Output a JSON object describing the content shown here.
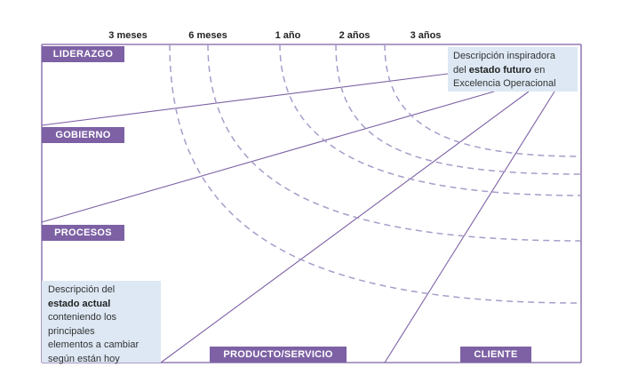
{
  "time_horizons": [
    "3 meses",
    "6 meses",
    "1 año",
    "2 años",
    "3 años"
  ],
  "dimensions": {
    "liderazgo": "LIDERAZGO",
    "gobierno": "GOBIERNO",
    "procesos": "PROCESOS",
    "producto_servicio": "PRODUCTO/SERVICIO",
    "cliente": "CLIENTE"
  },
  "future_state": {
    "line1": "Descripción inspiradora",
    "line2_pre": "del",
    "line2_bold": "estado futuro",
    "line2_post": "en",
    "line3": "Excelencia Operacional"
  },
  "current_state": {
    "line1": "Descripción del",
    "line2_bold": "estado actual",
    "line3": "conteniendo los",
    "line4": "principales",
    "line5": "elementos a cambiar",
    "line6": "según están hoy"
  },
  "colors": {
    "frame": "#7d61a4",
    "tag_fill": "#7d61a4",
    "dashed_curves": "#a89cc9",
    "box_fill": "#dde8f4"
  }
}
